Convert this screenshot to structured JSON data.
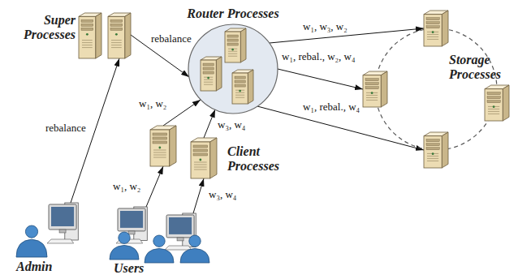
{
  "diagram": {
    "nodes": [
      {
        "text": [
          "Super Processes"
        ]
      },
      {
        "text": [
          "Router Processes"
        ]
      },
      {
        "text": [
          "Client Processes"
        ]
      },
      {
        "text": [
          "Storage Processes"
        ]
      },
      {
        "text": [
          "Admin"
        ]
      },
      {
        "text": [
          "Users"
        ]
      }
    ],
    "edges": [
      {
        "from": 4,
        "to": 0,
        "label": "rebalance",
        "arrow": "to"
      },
      {
        "from": 0,
        "to": 1,
        "label": "rebalance",
        "arrow": "to"
      },
      {
        "from": 5,
        "to": 2,
        "label": "w₁, w₂",
        "arrow": "to"
      },
      {
        "from": 5,
        "to": 2,
        "label": "w₃, w₄",
        "arrow": "to"
      },
      {
        "from": 2,
        "to": 1,
        "label": "w₁, w₂",
        "arrow": "to"
      },
      {
        "from": 2,
        "to": 1,
        "label": "w₃, w₄",
        "arrow": "to"
      },
      {
        "from": 1,
        "to": 3,
        "label": "w₁, w₃, w₂",
        "arrow": "to"
      },
      {
        "from": 1,
        "to": 3,
        "label": "w₁, rebal., w₂, w₄",
        "arrow": "to"
      },
      {
        "from": 1,
        "to": 3,
        "label": "w₁, rebal., w₄",
        "arrow": "to"
      }
    ]
  }
}
